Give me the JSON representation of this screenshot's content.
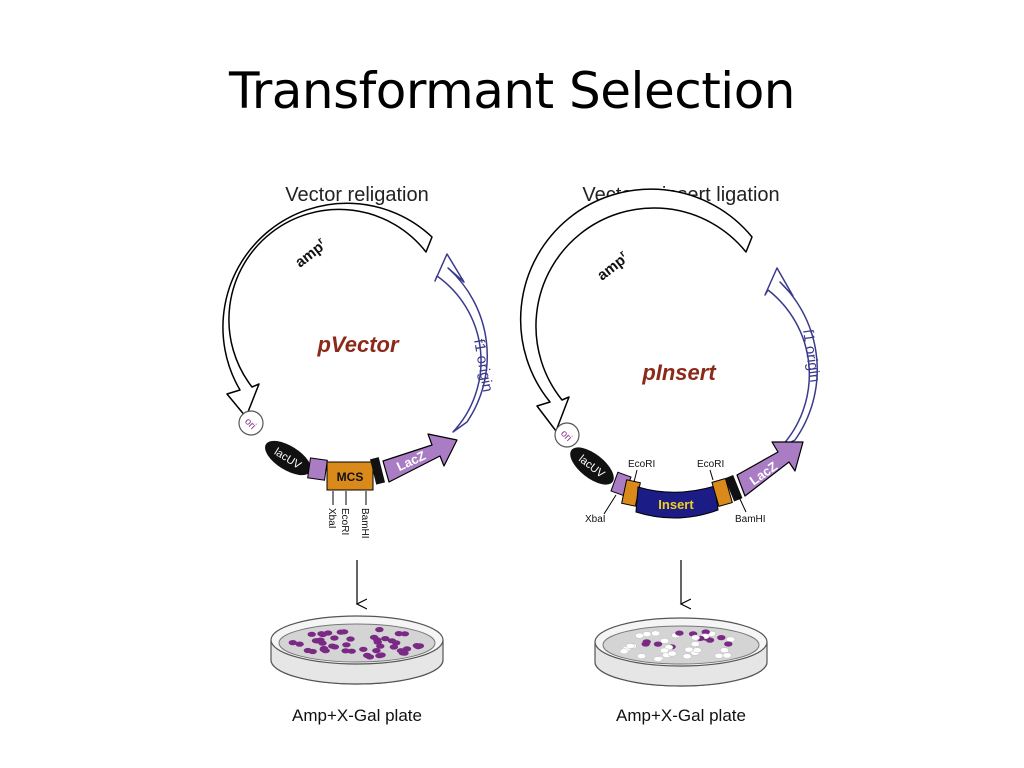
{
  "slide": {
    "title": "Transformant Selection"
  },
  "panels": [
    {
      "heading": "Vector religation",
      "plasmid_name": "pVector",
      "labels": {
        "amp": "amp",
        "amp_superscript": "r",
        "f1": "f1 origin",
        "ori": "ori",
        "lac_promoter": "lacUV",
        "lacz": "LacZ",
        "mcs": "MCS"
      },
      "sites": [
        "XbaI",
        "EcoRI",
        "BamHI"
      ],
      "plate_label": "Amp+X-Gal plate"
    },
    {
      "heading": "Vector + insert ligation",
      "plasmid_name": "pInsert",
      "labels": {
        "amp": "amp",
        "amp_superscript": "r",
        "f1": "f1 origin",
        "ori": "ori",
        "lac_promoter": "lacUV",
        "lacz": "LacZ",
        "insert": "Insert"
      },
      "sites": [
        "XbaI",
        "EcoRI",
        "EcoRI",
        "BamHI"
      ],
      "plate_label": "Amp+X-Gal plate"
    }
  ],
  "colors": {
    "plasmid_name": "#8b2a1a",
    "f1_outline": "#3a3a8c",
    "lacz": "#a97cc4",
    "mcs": "#d98a1a",
    "insert": "#1c1c86",
    "insert_text": "#f0d020",
    "ori_text": "#8a2e8a",
    "blue_colony": "#7a2a85",
    "white_colony": "#ffffff",
    "plate_agar": "#d4d4d4"
  }
}
